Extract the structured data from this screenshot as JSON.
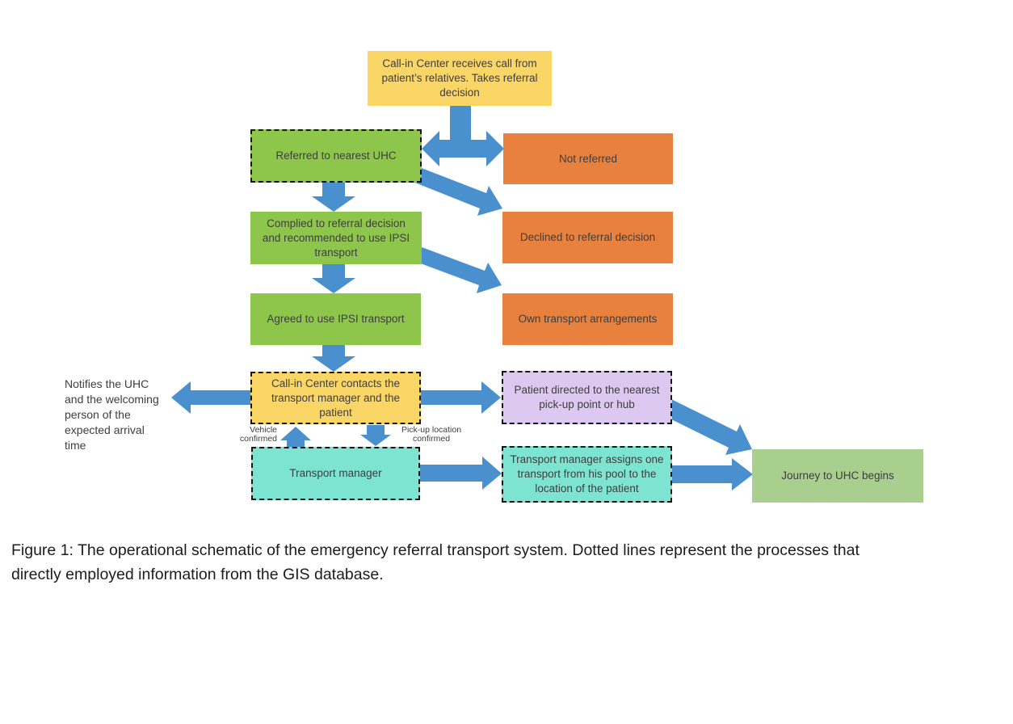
{
  "diagram": {
    "colors": {
      "yellow": "#FAD666",
      "green": "#8EC64B",
      "orange": "#E8803E",
      "cyan": "#7EE4D2",
      "purple": "#DCC8F0",
      "light_green": "#A9CF8E",
      "arrow_blue": "#4A90CF",
      "text": "#3E3E3E"
    },
    "nodes": {
      "receive_call": {
        "label": "Call-in Center receives call from patient’s relatives. Takes referral decision"
      },
      "referred": {
        "label": "Referred to nearest UHC"
      },
      "not_referred": {
        "label": "Not referred"
      },
      "complied": {
        "label": "Complied to referral decision and recommended to use IPSI transport"
      },
      "declined": {
        "label": "Declined to referral decision"
      },
      "agreed": {
        "label": "Agreed to use IPSI transport"
      },
      "own_transport": {
        "label": "Own transport arrangements"
      },
      "contacts": {
        "label": "Call-in Center contacts the transport manager and the patient"
      },
      "pickup_point": {
        "label": "Patient directed to the nearest pick-up point or hub"
      },
      "transport_manager": {
        "label": "Transport manager"
      },
      "assigns": {
        "label": "Transport manager assigns one transport from his pool to the location of the patient"
      },
      "journey": {
        "label": "Journey to UHC begins"
      }
    },
    "side_note": "Notifies the UHC and the welcoming person of the expected arrival time",
    "edge_labels": {
      "vehicle": "Vehicle confirmed",
      "pickup": "Pick-up location confirmed"
    }
  },
  "caption": {
    "lines": [
      "Figure 1: The operational schematic of the emergency referral transport system. Dotted lines represent the processes that",
      "directly employed information from the GIS database."
    ]
  }
}
